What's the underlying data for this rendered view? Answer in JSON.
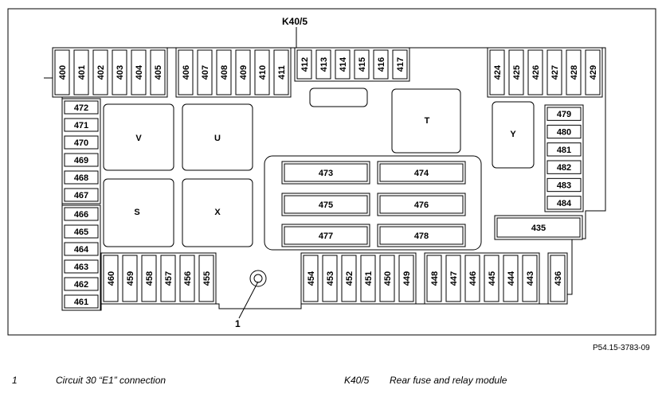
{
  "module_label": "K40/5",
  "callout_label": "1",
  "figure_ref": "P54.15-3783-09",
  "fuses_top_left": [
    "400",
    "401",
    "402",
    "403",
    "404",
    "405"
  ],
  "fuses_top_mid": [
    "406",
    "407",
    "408",
    "409",
    "410",
    "411"
  ],
  "fuses_top_k40": [
    "412",
    "413",
    "414",
    "415",
    "416",
    "417"
  ],
  "fuses_top_right": [
    "424",
    "425",
    "426",
    "427",
    "428",
    "429"
  ],
  "fuses_left_upper": [
    "472",
    "471",
    "470",
    "469",
    "468",
    "467"
  ],
  "fuses_left_lower": [
    "466",
    "465",
    "464",
    "463",
    "462",
    "461"
  ],
  "fuses_right": [
    "479",
    "480",
    "481",
    "482",
    "483",
    "484"
  ],
  "fuses_bottom_a": [
    "460",
    "459",
    "458",
    "457",
    "456",
    "455"
  ],
  "fuses_bottom_b": [
    "454",
    "453",
    "452",
    "451",
    "450",
    "449"
  ],
  "fuses_bottom_c": [
    "448",
    "447",
    "446",
    "445",
    "444",
    "443"
  ],
  "fuse_single": "436",
  "fuse_435": "435",
  "relays_center": [
    "473",
    "474",
    "475",
    "476",
    "477",
    "478"
  ],
  "relay_blocks": {
    "V": "V",
    "U": "U",
    "S": "S",
    "X": "X",
    "T": "T",
    "Y": "Y"
  },
  "legend": [
    {
      "key": "1",
      "text": "Circuit 30 “E1” connection"
    },
    {
      "key": "K40/5",
      "text": "Rear fuse and relay module"
    }
  ]
}
